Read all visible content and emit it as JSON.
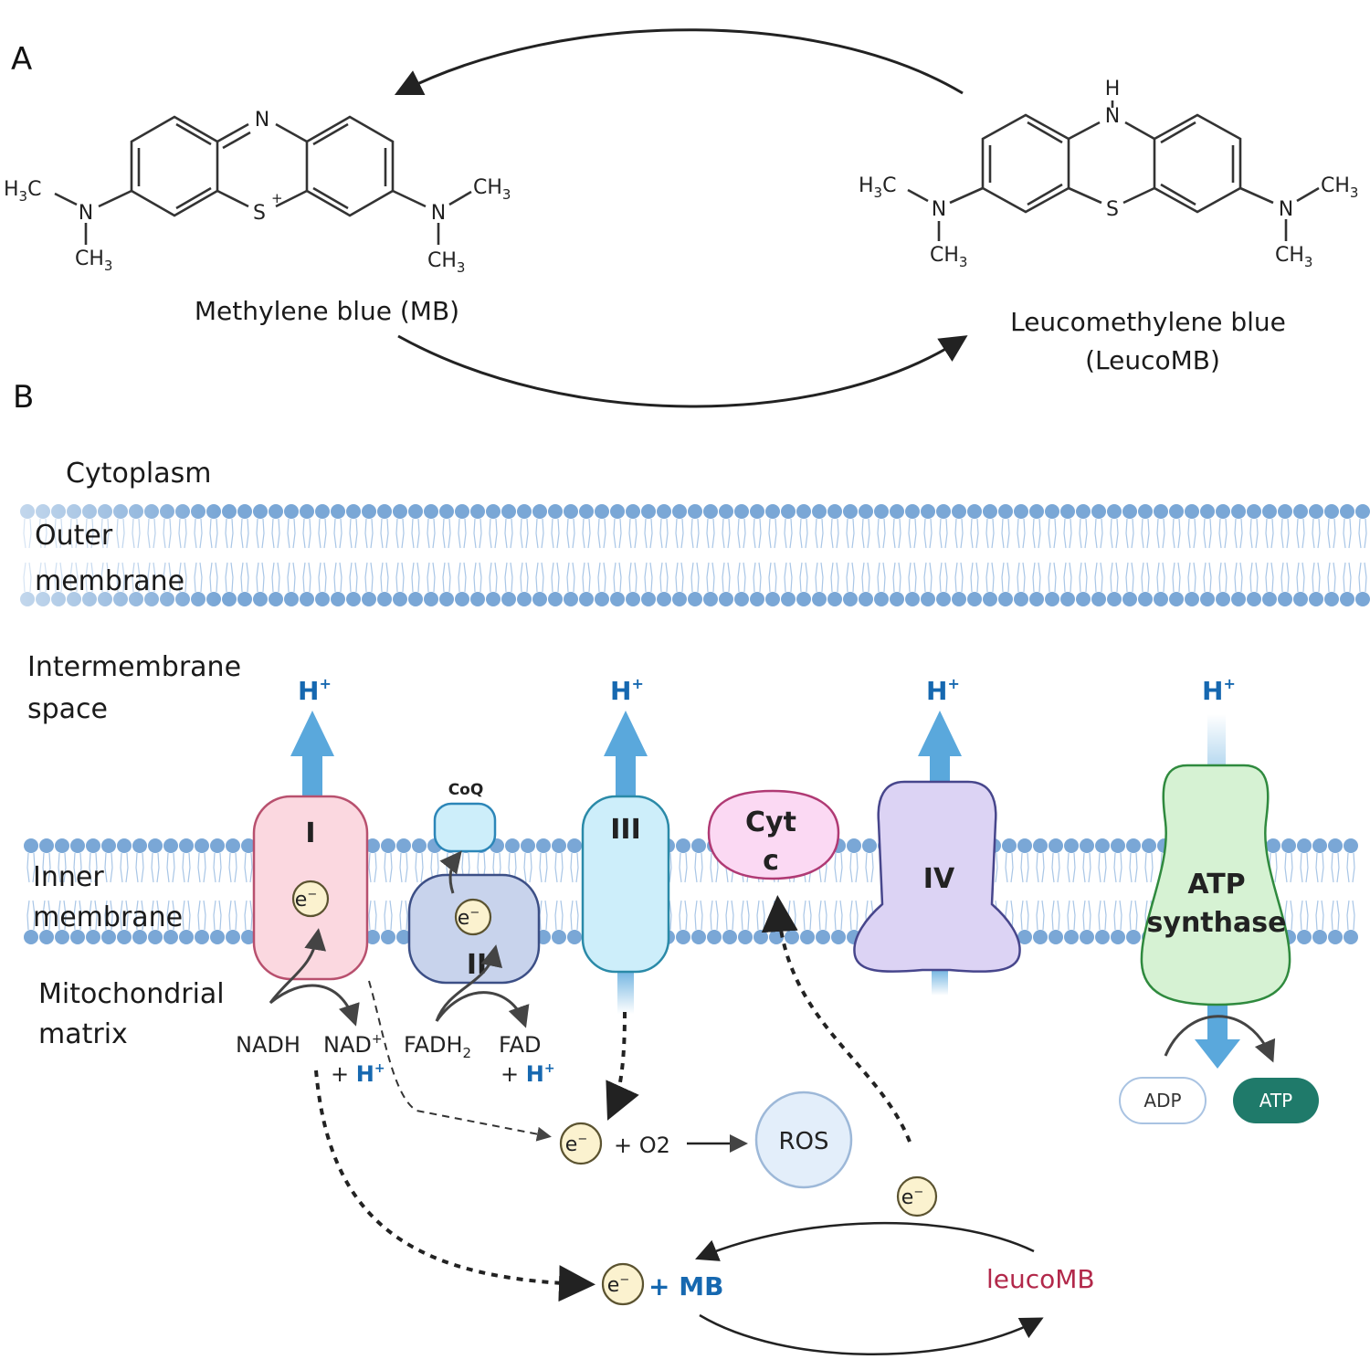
{
  "panels": {
    "a": "A",
    "b": "B"
  },
  "panel_a": {
    "mb_name": "Methylene blue (MB)",
    "leuco_name_line1": "Leucomethylene blue",
    "leuco_name_line2": "(LeucoMB)",
    "atoms": {
      "n": "N",
      "s": "S",
      "h": "H",
      "ch": "CH",
      "hc": "H",
      "c": "C",
      "three": "3",
      "plus": "+"
    }
  },
  "regions": {
    "cytoplasm": "Cytoplasm",
    "outer_line1": "Outer",
    "outer_line2": "membrane",
    "inter_line1": "Intermembrane",
    "inter_line2": "space",
    "inner_line1": "Inner",
    "inner_line2": "membrane",
    "matrix_line1": "Mitochondrial",
    "matrix_line2": "matrix"
  },
  "complexes": {
    "c1": "I",
    "c2": "II",
    "c3": "III",
    "coq": "CoQ",
    "cytc_line1": "Cyt",
    "cytc_line2": "c",
    "c4": "IV",
    "atp_line1": "ATP",
    "atp_line2": "synthase"
  },
  "labels": {
    "hplus": "H",
    "hplus_sup": "+",
    "electron": "e",
    "electron_sup": "−",
    "nadh": "NADH",
    "nad": "NAD",
    "nad_sup": "+",
    "plus_h": "+ ",
    "fadh2": "FADH",
    "fadh2_sub": "2",
    "fad": "FAD",
    "plus_o2": "+ O2",
    "ros": "ROS",
    "plus_mb": "+ MB",
    "leucomb": "leucoMB",
    "adp": "ADP",
    "atp": "ATP"
  },
  "colors": {
    "proton_blue": "#1668b0",
    "arrow_blue": "#5aa8dc",
    "membrane_head": "#7aa7d6",
    "complex_i_fill": "#fbd8e0",
    "complex_ii_fill": "#c8d3ec",
    "complex_iii_fill": "#cdeefa",
    "cytc_fill": "#fbd9f3",
    "complex_iv_fill": "#dcd3f4",
    "atp_synthase_fill": "#d6f2d3",
    "electron_fill": "#fbf2cf",
    "ros_fill": "#e3eefa",
    "atp_pill": "#1f7a6a",
    "leucomb_red": "#b2284a"
  }
}
